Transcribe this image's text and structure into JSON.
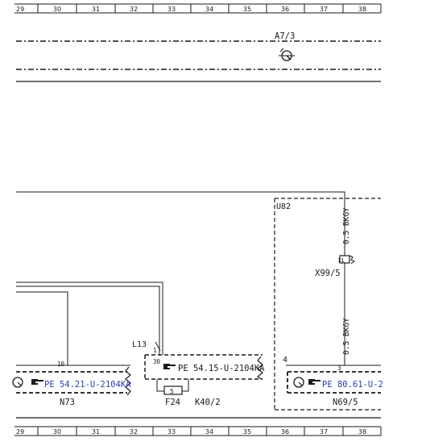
{
  "ruler": {
    "columns": [
      "29",
      "30",
      "31",
      "32",
      "33",
      "34",
      "35",
      "36",
      "37",
      "38"
    ]
  },
  "components": {
    "a7_3": "A7/3",
    "u82": "U82",
    "x99_5": "X99/5",
    "l13": "L13",
    "n73": "N73",
    "f24": "F24",
    "k40_2": "K40/2",
    "n69_5": "N69/5"
  },
  "pins": {
    "n73_pin": "10",
    "l13_pin1": "1",
    "l13_pin30": "30",
    "f24_pin": "5",
    "u82_pin4": "4",
    "n69_pin": "3",
    "x99_pin": "11"
  },
  "wires": {
    "upper": "0.5 BKGY",
    "lower": "0.5 BKGY"
  },
  "references": {
    "n73": "PE 54.21-U-2104KA",
    "k40": "PE 54.15-U-2104KA",
    "n69": "PE 80.61-U-2"
  },
  "icons": {
    "reference": "pointing-hand-icon",
    "ground": "ground-connector-icon"
  }
}
